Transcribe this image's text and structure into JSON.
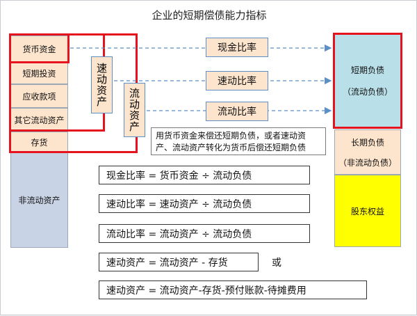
{
  "title": "企业的短期偿债能力指标",
  "assets": {
    "cash": "货币资金",
    "short_investment": "短期投资",
    "receivables": "应收款项",
    "other_current": "其它流动资产",
    "inventory": "存货",
    "non_current": "非流动资产"
  },
  "groups": {
    "quick_assets": "速动资产",
    "current_assets": "流动资产"
  },
  "ratios": {
    "cash_ratio": "现金比率",
    "quick_ratio": "速动比率",
    "current_ratio": "流动比率"
  },
  "liabilities": {
    "short_debt": "短期负债",
    "current_liab": "（流动负债）",
    "long_debt": "长期负债",
    "non_current_liab": "（非流动负债）",
    "equity": "股东权益"
  },
  "note": "用货币资金来偿还短期负债，或者速动资产、流动资产转化为货币后偿还短期负债",
  "formulas": {
    "cash_ratio": "现金比率 = 货币资金 ÷ 流动负债",
    "quick_ratio": "速动比率 = 速动资产 ÷ 流动负债",
    "current_ratio": "流动比率 = 流动资产 ÷ 流动负债",
    "quick_assets_1": "速动资产 = 流动资产 - 存货",
    "or": "或",
    "quick_assets_2": "速动资产 = 流动资产-存货-预付账款-待摊费用"
  },
  "colors": {
    "red_frame": "#e5131d",
    "arrow": "#5b8fc6",
    "peach": "#fde4cc",
    "light_blue": "#b9dfe8",
    "yellow": "#ffff00"
  }
}
